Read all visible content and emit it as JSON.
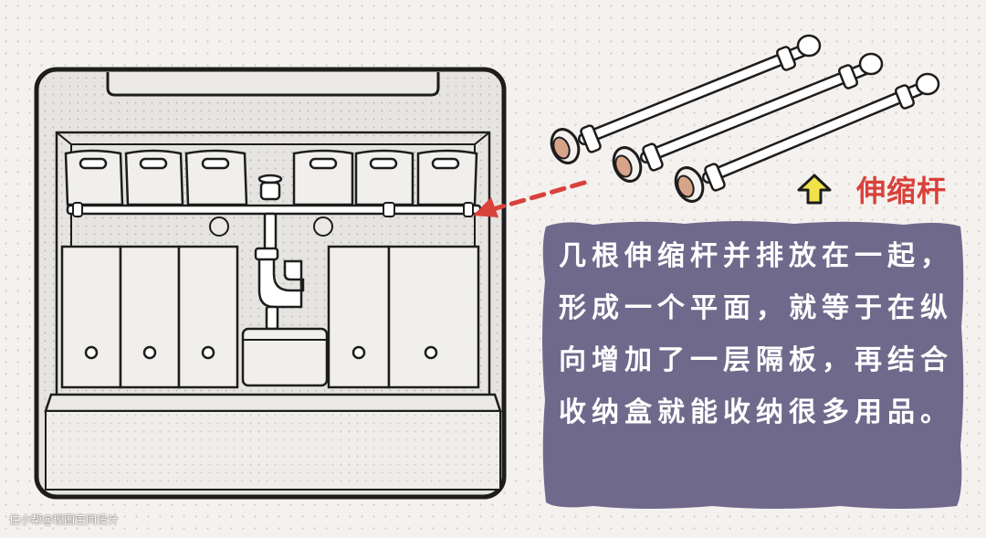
{
  "callout": {
    "label": "伸缩杆",
    "label_color": "#d9413b",
    "arrow_color": "#f2e24a",
    "icon": "arrow-up-icon"
  },
  "note": {
    "text": "几根伸缩杆并排放在一起，形成一个平面，就等于在纵向增加了一层隔板，再结合收纳盒就能收纳很多用品。",
    "background_color": "#6f6a8c"
  },
  "watermark": {
    "text": "住小帮@现图空间设计"
  }
}
